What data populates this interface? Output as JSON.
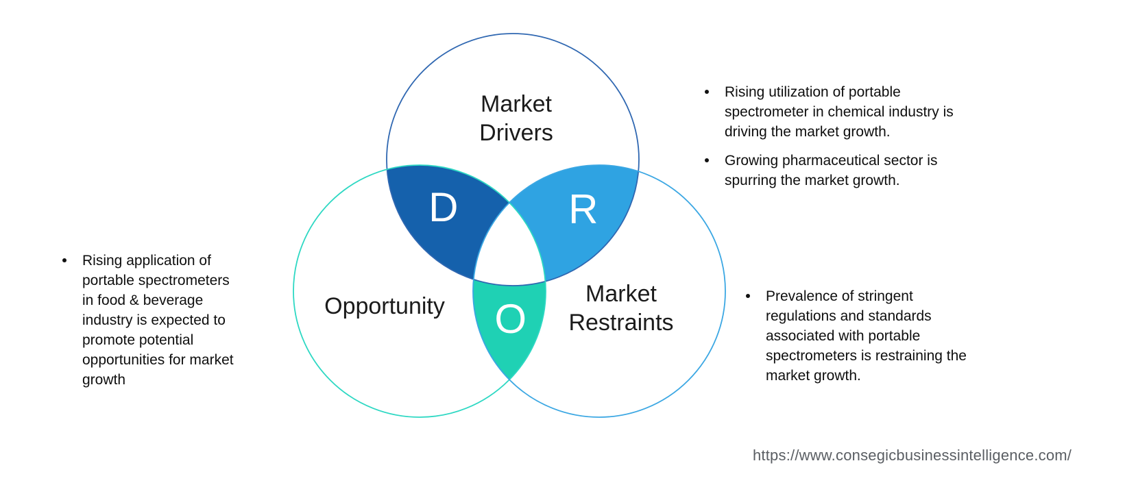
{
  "venn": {
    "colors": {
      "drivers_fill": "#1561AC",
      "restraints_fill": "#2FA3E2",
      "opportunity_fill": "#1FD1B4",
      "drivers_stroke": "#2F67B1",
      "opportunity_stroke": "#2DD8C3",
      "restraints_stroke": "#3BA7E3",
      "letter_color": "#FFFFFF"
    },
    "drivers": {
      "label": "Market\nDrivers",
      "letter": "D"
    },
    "opportunity": {
      "label": "Opportunity",
      "letter": "O"
    },
    "restraints": {
      "label": "Market\nRestraints",
      "letter": "R"
    }
  },
  "notes": {
    "drivers": {
      "items": [
        {
          "text": "Rising utilization of portable\nspectrometer in chemical industry is\ndriving the market growth."
        },
        {
          "text": "Growing pharmaceutical sector is\nspurring the market growth."
        }
      ]
    },
    "opportunity": {
      "items": [
        {
          "text": "Rising application of\nportable spectrometers\nin food & beverage\nindustry is expected to\npromote potential\nopportunities for market\ngrowth"
        }
      ]
    },
    "restraints": {
      "items": [
        {
          "text": "Prevalence of stringent\nregulations and standards\nassociated with portable\nspectrometers is restraining the\nmarket growth."
        }
      ]
    }
  },
  "footer": {
    "url": "https://www.consegicbusinessintelligence.com/"
  }
}
